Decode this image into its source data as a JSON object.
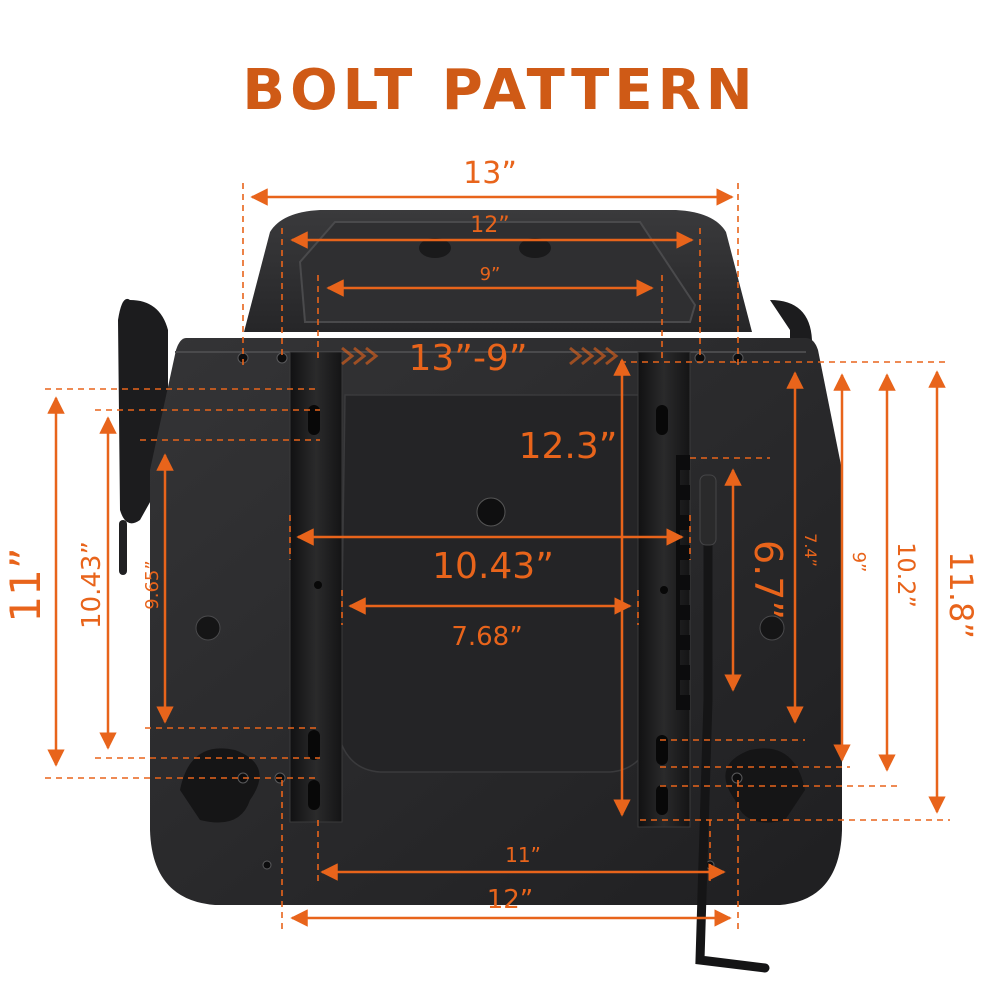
{
  "title": "BOLT PATTERN",
  "colors": {
    "accent": "#e8641b",
    "title": "#cf5a16",
    "text": "#e8641b",
    "seat": "#1f1f21",
    "plate": "#2b2b2d",
    "rail": "#1a1a1b"
  },
  "dimensions": {
    "top_outer": "13”",
    "top_middle": "12”",
    "top_inner": "9”",
    "range": "13”-9”",
    "rail_length": "12.3”",
    "mid_width": "10.43”",
    "inner_width": "7.68”",
    "slide_travel": "6.7”",
    "bottom_inner": "11”",
    "bottom_outer": "12”",
    "left_outer": "11”",
    "left_middle": "10.43”",
    "left_inner": "9.65”",
    "right_a": "7.4”",
    "right_b": "9”",
    "right_c": "10.2”",
    "right_d": "11.8”"
  }
}
